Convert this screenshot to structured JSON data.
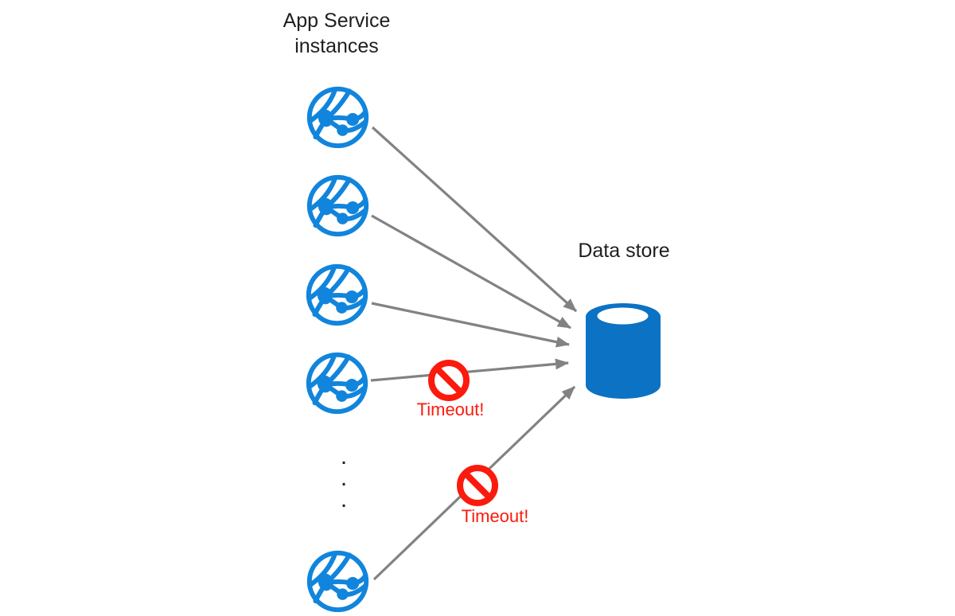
{
  "colors": {
    "app_icon_blue": "#1185dc",
    "datastore_blue": "#0c72c4",
    "arrow_gray": "#828282",
    "error_red": "#fb1a0d",
    "text_color": "#1f1f1f"
  },
  "app_service": {
    "label": "App Service instances",
    "icon": "app-service-globe-icon",
    "visible_instance_count": 5
  },
  "ellipsis": {
    "dots": [
      ".",
      ".",
      "."
    ]
  },
  "data_store": {
    "label": "Data store",
    "icon": "database-cylinder-icon"
  },
  "errors": [
    {
      "label": "Timeout!",
      "icon": "no-entry-icon"
    },
    {
      "label": "Timeout!",
      "icon": "no-entry-icon"
    }
  ],
  "connections": {
    "count": 5,
    "style": "gray-arrow-to-data-store"
  }
}
